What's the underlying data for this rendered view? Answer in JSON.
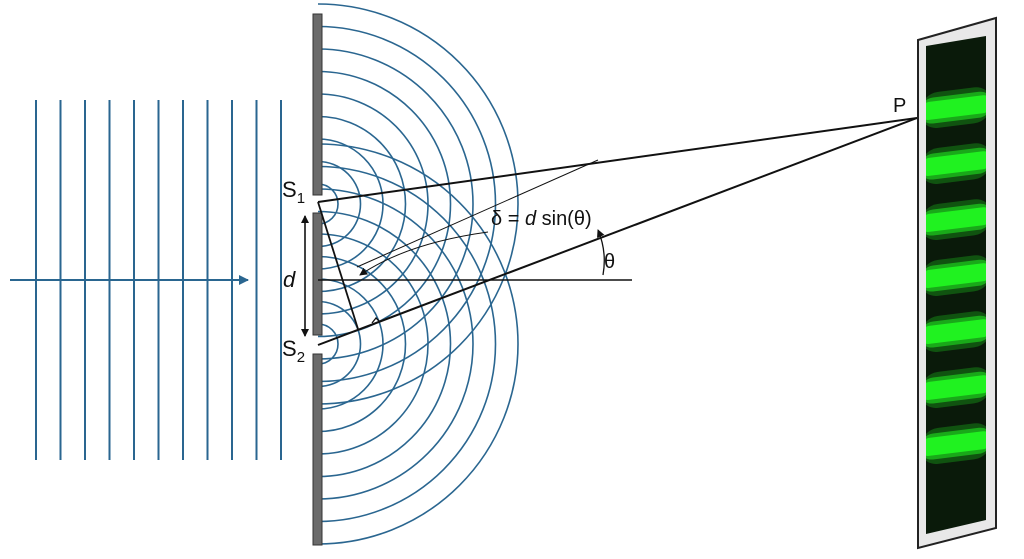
{
  "labels": {
    "p": "P",
    "s1_base": "S",
    "s1_sub": "1",
    "s2_base": "S",
    "s2_sub": "2",
    "d": "d",
    "theta": "θ",
    "delta_prefix": "δ = ",
    "delta_d": "d",
    "delta_suffix": " sin(θ)"
  },
  "colors": {
    "wave": "#2a6690",
    "barrier": "#6b6b6b",
    "line": "#111111",
    "fringe_bright": "#22ff22",
    "fringe_dark": "#0a1a0a",
    "screen_frame": "#e8e8e8"
  },
  "counts": {
    "plane_wavefronts": 11,
    "bright_fringes": 7
  }
}
